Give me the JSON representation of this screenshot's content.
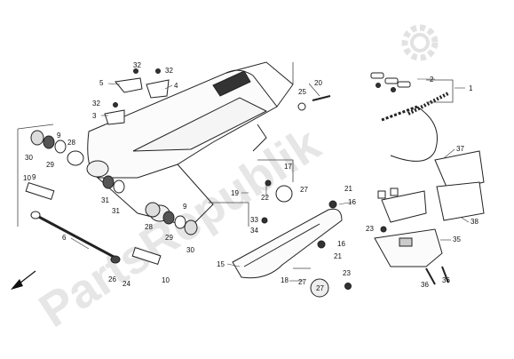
{
  "diagram": {
    "watermark": "PartsRepublik",
    "callouts": [
      {
        "id": "c1",
        "text": "1"
      },
      {
        "id": "c2",
        "text": "2"
      },
      {
        "id": "c3",
        "text": "3"
      },
      {
        "id": "c4",
        "text": "4"
      },
      {
        "id": "c5",
        "text": "5"
      },
      {
        "id": "c6",
        "text": "6"
      },
      {
        "id": "c9a",
        "text": "9"
      },
      {
        "id": "c9b",
        "text": "9"
      },
      {
        "id": "c9c",
        "text": "9"
      },
      {
        "id": "c10a",
        "text": "10"
      },
      {
        "id": "c10b",
        "text": "10"
      },
      {
        "id": "c15",
        "text": "15"
      },
      {
        "id": "c16a",
        "text": "16"
      },
      {
        "id": "c16b",
        "text": "16"
      },
      {
        "id": "c17",
        "text": "17"
      },
      {
        "id": "c18",
        "text": "18"
      },
      {
        "id": "c19",
        "text": "19"
      },
      {
        "id": "c20",
        "text": "20"
      },
      {
        "id": "c21a",
        "text": "21"
      },
      {
        "id": "c21b",
        "text": "21"
      },
      {
        "id": "c22",
        "text": "22"
      },
      {
        "id": "c23a",
        "text": "23"
      },
      {
        "id": "c23b",
        "text": "23"
      },
      {
        "id": "c24",
        "text": "24"
      },
      {
        "id": "c25",
        "text": "25"
      },
      {
        "id": "c26",
        "text": "26"
      },
      {
        "id": "c27a",
        "text": "27"
      },
      {
        "id": "c27b",
        "text": "27"
      },
      {
        "id": "c27c",
        "text": "27"
      },
      {
        "id": "c28a",
        "text": "28"
      },
      {
        "id": "c28b",
        "text": "28"
      },
      {
        "id": "c29a",
        "text": "29"
      },
      {
        "id": "c29b",
        "text": "29"
      },
      {
        "id": "c30a",
        "text": "30"
      },
      {
        "id": "c30b",
        "text": "30"
      },
      {
        "id": "c31a",
        "text": "31"
      },
      {
        "id": "c31b",
        "text": "31"
      },
      {
        "id": "c32a",
        "text": "32"
      },
      {
        "id": "c32b",
        "text": "32"
      },
      {
        "id": "c32c",
        "text": "32"
      },
      {
        "id": "c33",
        "text": "33"
      },
      {
        "id": "c34",
        "text": "34"
      },
      {
        "id": "c35",
        "text": "35"
      },
      {
        "id": "c36a",
        "text": "36"
      },
      {
        "id": "c36b",
        "text": "36"
      },
      {
        "id": "c37",
        "text": "37"
      },
      {
        "id": "c38",
        "text": "38"
      }
    ]
  }
}
